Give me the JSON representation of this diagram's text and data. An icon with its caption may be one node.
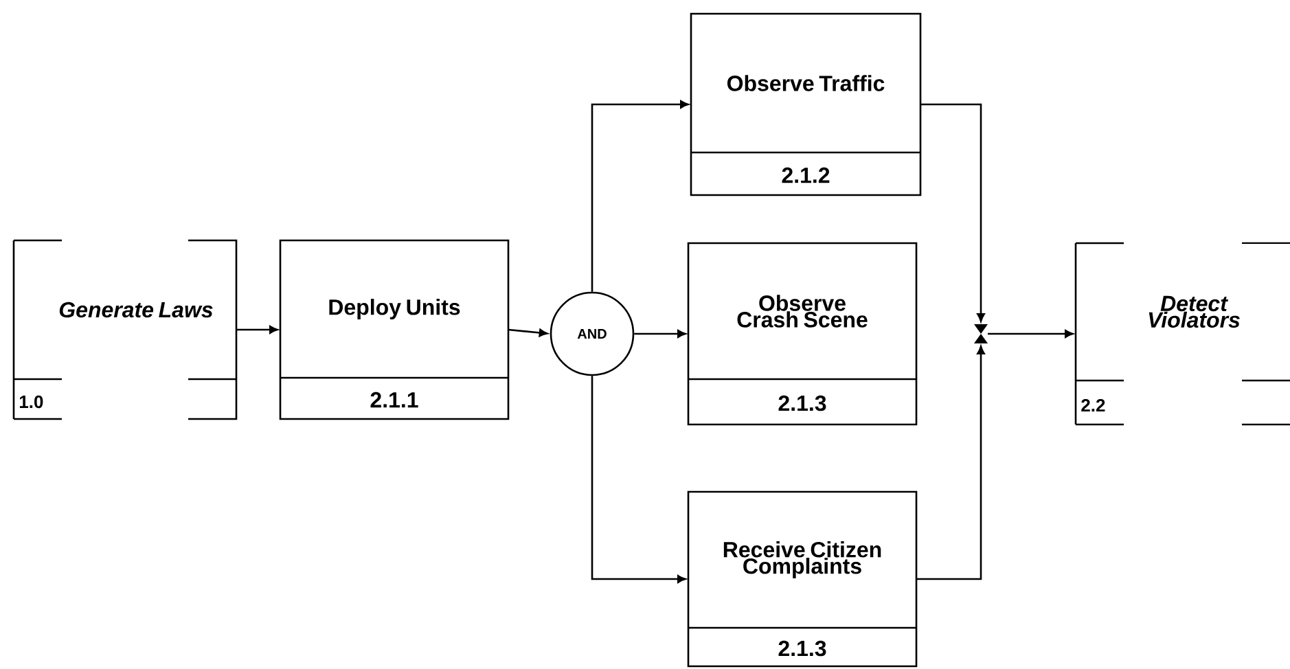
{
  "diagram": {
    "nodes": [
      {
        "text": [
          "Generate Laws",
          "1.0"
        ]
      },
      {
        "text": [
          "Deploy Units",
          "2.1.1"
        ]
      },
      {
        "text": [
          "AND"
        ]
      },
      {
        "text": [
          "Observe Traffic",
          "2.1.2"
        ]
      },
      {
        "text": [
          "Observe Crash Scene",
          "2.1.3"
        ]
      },
      {
        "text": [
          "Receive Citizen Complaints",
          "2.1.3"
        ]
      },
      {
        "text": [],
        "shape": "bowtie"
      },
      {
        "text": [
          "Detect Violators",
          "2.2"
        ]
      }
    ],
    "edges": [
      {
        "from": 0,
        "to": 1,
        "arrow": "to"
      },
      {
        "from": 1,
        "to": 2,
        "arrow": "to"
      },
      {
        "from": 2,
        "to": 3,
        "arrow": "to"
      },
      {
        "from": 2,
        "to": 4,
        "arrow": "to"
      },
      {
        "from": 2,
        "to": 5,
        "arrow": "to"
      },
      {
        "from": 3,
        "to": 6,
        "arrow": "to"
      },
      {
        "from": 5,
        "to": 6,
        "arrow": "to"
      },
      {
        "from": 6,
        "to": 7,
        "arrow": "to"
      }
    ]
  }
}
